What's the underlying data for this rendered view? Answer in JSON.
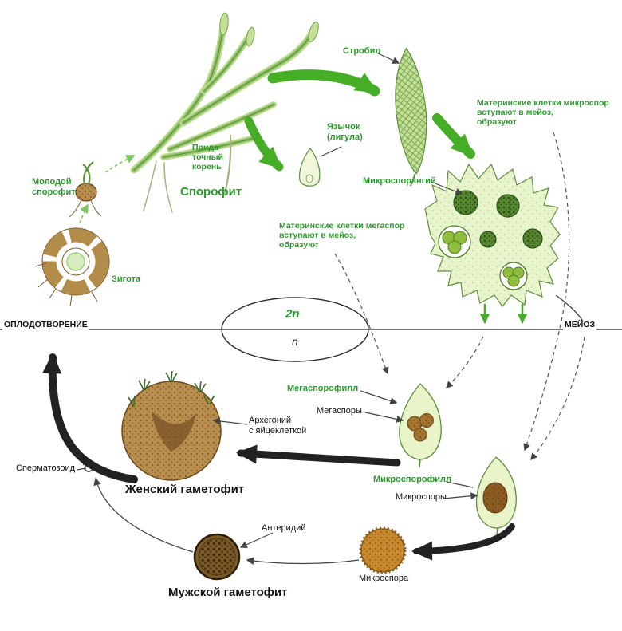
{
  "colors": {
    "label_green": "#2e9b2e",
    "arrow_green": "#46ad27",
    "leaf_fill": "#e9f4c9",
    "brown": "#b98d4d",
    "text_black": "#121212"
  },
  "labels": {
    "strobilus": "Стробил",
    "ligule": "Язычок\n(лигула)",
    "microspore_mother_cells": "Материнские клетки микроспор\nвступают в мейоз,\nобразуют",
    "microsporangium": "Микроспорангий",
    "adventitious_root": "Прида-\nточный\nкорень",
    "young_sporophyte": "Молодой\nспорофит",
    "sporophyte": "Спорофит",
    "megaspore_mother_cells": "Материнские клетки мегаспор\nвступают в мейоз,\nобразуют",
    "zygote": "Зигота",
    "fertilization": "ОПЛОДОТВОРЕНИЕ",
    "meiosis": "МЕЙОЗ",
    "diploid": "2n",
    "haploid": "n",
    "megasporophyll": "Мегаспорофилл",
    "megaspores": "Мегаспоры",
    "archegonium": "Архегоний\nс яйцеклеткой",
    "female_gametophyte": "Женский гаметофит",
    "sperm": "Сперматозоид",
    "microsporophyll": "Микроспорофилл",
    "microspores": "Микроспоры",
    "antheridium": "Антеридий",
    "male_gametophyte": "Мужской гаметофит",
    "microspore": "Микроспора"
  }
}
